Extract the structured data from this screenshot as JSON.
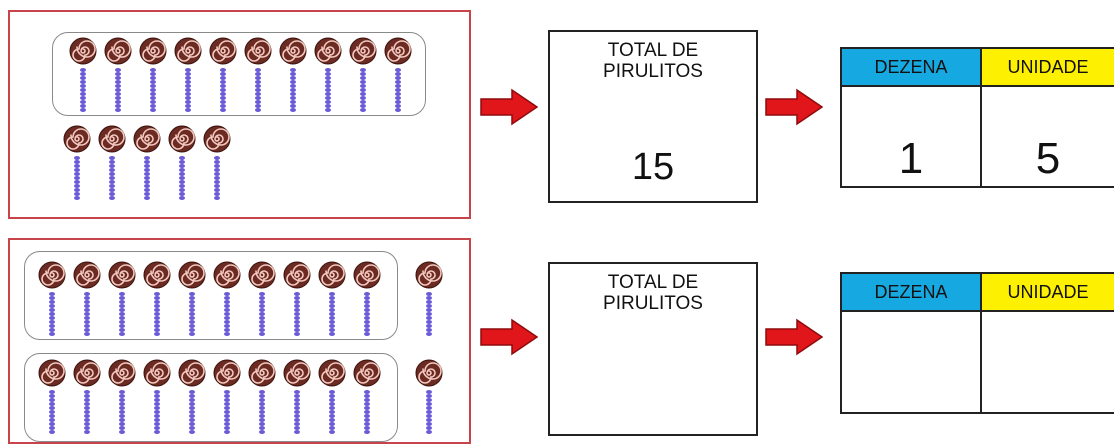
{
  "colors": {
    "panel_border": "#c8444b",
    "arrow": "#e0161b",
    "dezena_bg": "#16a9e1",
    "unidade_bg": "#fdf000",
    "lollipop_candy": "#6b2a22",
    "lollipop_stick": "#6b5bd6"
  },
  "icon": "lollipop-icon",
  "rows": [
    {
      "total_label": "TOTAL DE\nPIRULITOS",
      "total_value": "15",
      "table": {
        "dezena_header": "DEZENA",
        "unidade_header": "UNIDADE",
        "dezena_value": "1",
        "unidade_value": "5"
      }
    },
    {
      "total_label": "TOTAL DE\nPIRULITOS",
      "total_value": "",
      "table": {
        "dezena_header": "DEZENA",
        "unidade_header": "UNIDADE",
        "dezena_value": "",
        "unidade_value": ""
      }
    }
  ]
}
